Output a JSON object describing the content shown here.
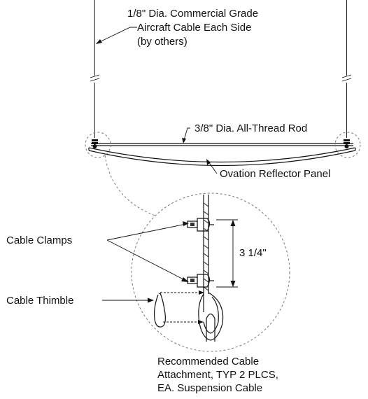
{
  "labels": {
    "cable_line1": "1/8\" Dia. Commercial Grade",
    "cable_line2": "Aircraft Cable Each Side",
    "cable_line3": "(by others)",
    "rod": "3/8\" Dia. All-Thread Rod",
    "panel": "Ovation Reflector Panel",
    "clamps": "Cable Clamps",
    "thimble": "Cable Thimble",
    "dimension": "3 1/4\"",
    "caption_line1": "Recommended Cable",
    "caption_line2": "Attachment, TYP 2 PLCS,",
    "caption_line3": "EA. Suspension Cable"
  }
}
